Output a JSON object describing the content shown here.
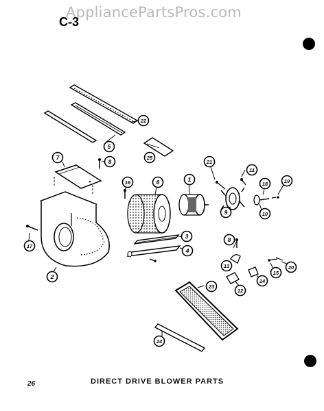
{
  "watermark": "AppliancePartsPros.com",
  "section_code": "C-3",
  "page_number": "26",
  "caption": "DIRECT DRIVE BLOWER PARTS",
  "callouts": [
    "22",
    "5",
    "25",
    "7",
    "8",
    "21",
    "11",
    "16",
    "6",
    "1",
    "18",
    "19",
    "9",
    "10",
    "3",
    "4",
    "17",
    "2",
    "8",
    "13",
    "20",
    "23",
    "12",
    "14",
    "15",
    "24"
  ]
}
